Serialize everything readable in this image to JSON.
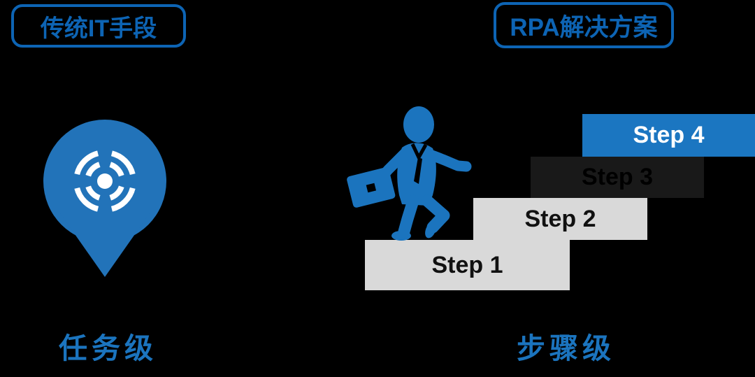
{
  "colors": {
    "background": "#000000",
    "title_blue": "#0D64B4",
    "accent_blue": "#1B74BE",
    "step4_blue": "#1B76C1",
    "step_light_gray": "#D9D9D9",
    "step_dark_gray": "#191919",
    "step_light_text": "#111111",
    "step3_text": "#000000",
    "step4_text": "#FFFFFF"
  },
  "left_panel": {
    "title": "传统IT手段",
    "caption": "任务级",
    "icon": "map-pin-with-target"
  },
  "right_panel": {
    "title": "RPA解决方案",
    "caption": "步骤级",
    "icon": "businessman-climbing-stairs",
    "steps": [
      {
        "label": "Step 1"
      },
      {
        "label": "Step 2"
      },
      {
        "label": "Step 3"
      },
      {
        "label": "Step 4"
      }
    ]
  }
}
